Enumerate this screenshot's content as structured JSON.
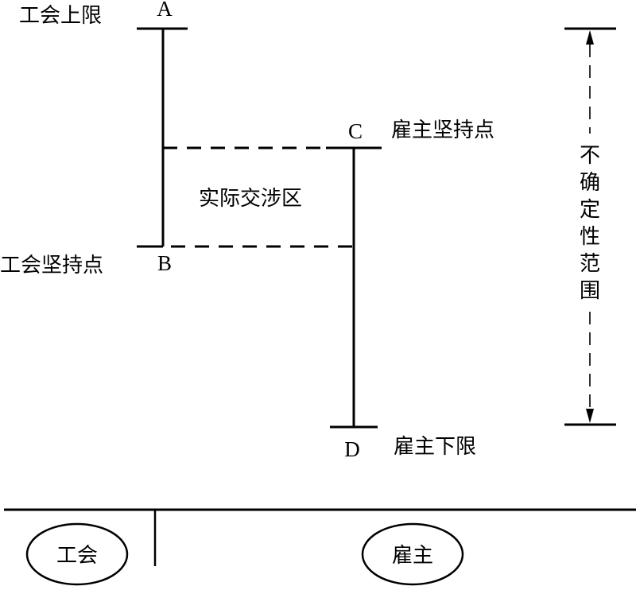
{
  "labels": {
    "union_upper": "工会上限",
    "point_a": "A",
    "union_insist": "工会坚持点",
    "point_b": "B",
    "employer_insist": "雇主坚持点",
    "point_c": "C",
    "employer_lower": "雇主下限",
    "point_d": "D",
    "bargaining_zone": "实际交涉区",
    "uncertainty_range": [
      "不",
      "确",
      "定",
      "性",
      "范",
      "围"
    ]
  },
  "parties": {
    "union": "工会",
    "employer": "雇主"
  }
}
